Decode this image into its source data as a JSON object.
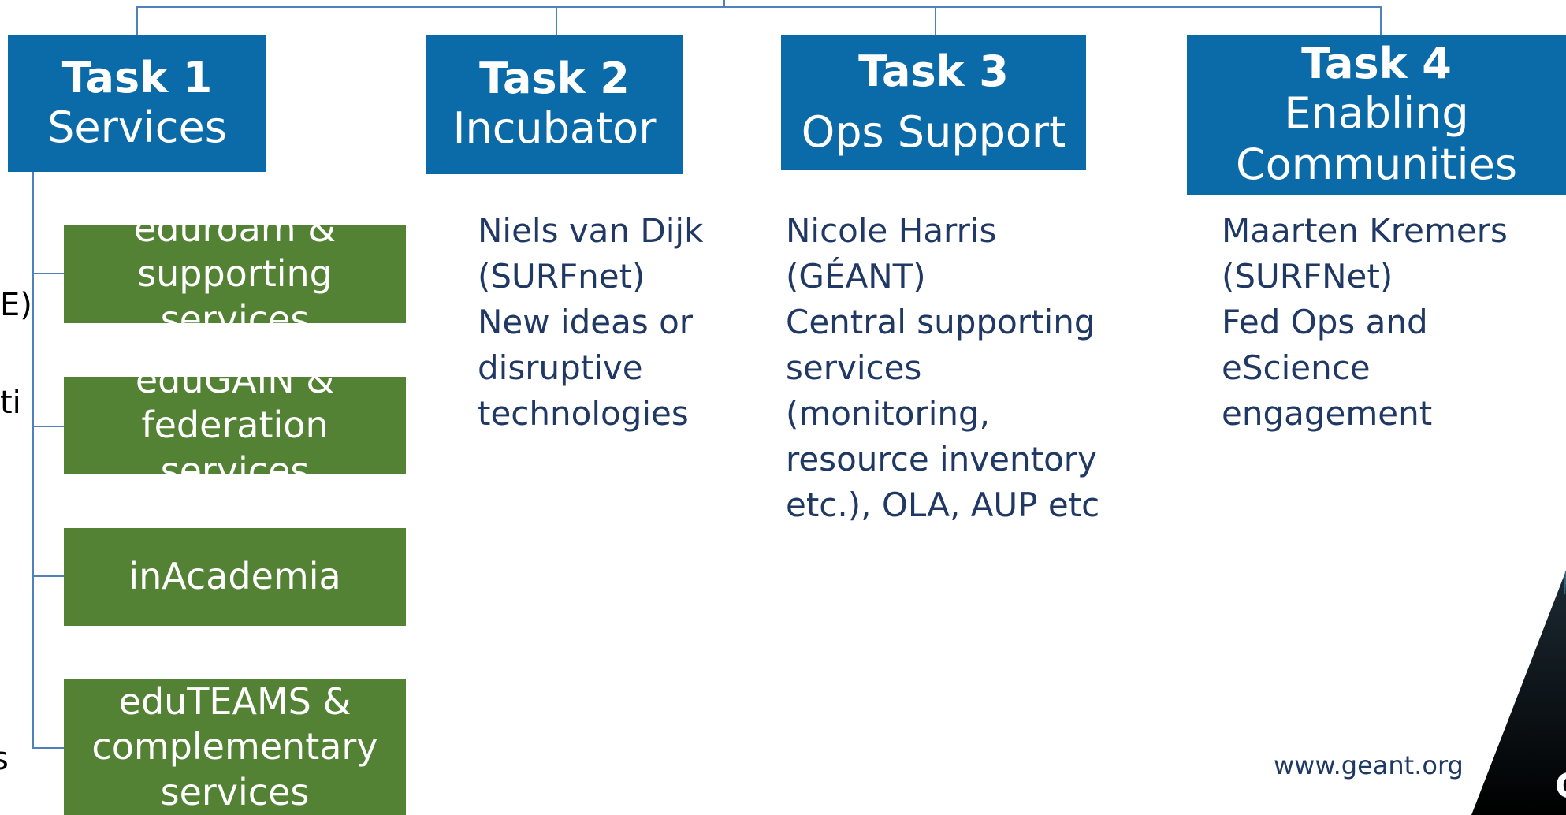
{
  "tasks": [
    {
      "title": "Task 1",
      "subtitle": "Services"
    },
    {
      "title": "Task 2",
      "subtitle": "Incubator"
    },
    {
      "title": "Task 3",
      "subtitle": "Ops Support"
    },
    {
      "title": "Task 4",
      "subtitle": "Enabling Communities",
      "subtitle_line1": "Enabling",
      "subtitle_line2": "Communities"
    }
  ],
  "services": [
    {
      "label_line1": "eduroam &",
      "label_line2": "supporting services"
    },
    {
      "label_line1": "eduGAIN &",
      "label_line2": "federation services"
    },
    {
      "label_line1": "inAcademia"
    },
    {
      "label_line1": "eduTEAMS &",
      "label_line2": "complementary",
      "label_line3": "services"
    }
  ],
  "task_details": {
    "task2": [
      "Niels van Dijk",
      "(SURFnet)",
      "New ideas or",
      "disruptive",
      "technologies"
    ],
    "task3": [
      "Nicole Harris",
      "(GÉANT)",
      "Central supporting",
      "services",
      "(monitoring,",
      "resource inventory",
      "etc.), OLA, AUP etc"
    ],
    "task4": [
      "Maarten Kremers",
      "(SURFNet)",
      "Fed Ops and",
      "eScience",
      "engagement"
    ]
  },
  "left_edge_fragments": [
    "E)",
    "ti",
    "s"
  ],
  "footer": {
    "url": "www.geant.org",
    "logo_fragment": "G"
  },
  "colors": {
    "task_blue": "#0b6aa8",
    "service_green": "#548235",
    "connector": "#4f81bd",
    "text_navy": "#1f3864"
  }
}
